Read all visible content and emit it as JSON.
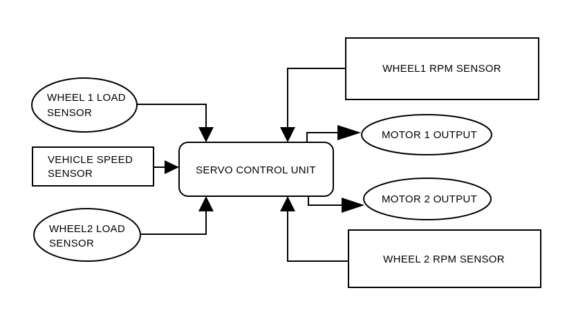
{
  "nodes": {
    "wheel1_load": {
      "line1": "WHEEL 1 LOAD",
      "line2": "SENSOR"
    },
    "vehicle_speed": {
      "line1": "VEHICLE SPEED",
      "line2": "SENSOR"
    },
    "wheel2_load": {
      "line1": "WHEEL2 LOAD",
      "line2": "SENSOR"
    },
    "servo": {
      "label": "SERVO CONTROL UNIT"
    },
    "wheel1_rpm": {
      "label": "WHEEL1 RPM SENSOR"
    },
    "motor1": {
      "label": "MOTOR 1 OUTPUT"
    },
    "motor2": {
      "label": "MOTOR 2 OUTPUT"
    },
    "wheel2_rpm": {
      "label": "WHEEL 2 RPM SENSOR"
    }
  },
  "edges": [
    {
      "from": "wheel1_load",
      "to": "servo"
    },
    {
      "from": "vehicle_speed",
      "to": "servo"
    },
    {
      "from": "wheel2_load",
      "to": "servo"
    },
    {
      "from": "wheel1_rpm",
      "to": "servo"
    },
    {
      "from": "wheel2_rpm",
      "to": "servo"
    },
    {
      "from": "servo",
      "to": "motor1"
    },
    {
      "from": "servo",
      "to": "motor2"
    }
  ]
}
